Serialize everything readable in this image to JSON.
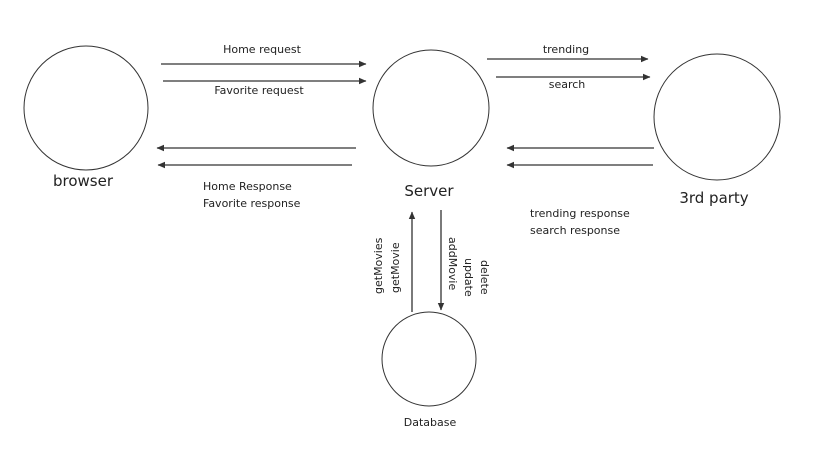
{
  "nodes": {
    "browser": "browser",
    "server": "Server",
    "third_party": "3rd party",
    "database": "Database"
  },
  "edges": {
    "home_request": "Home request",
    "favorite_request": "Favorite request",
    "home_response": "Home Response",
    "favorite_response": "Favorite response",
    "trending": "trending",
    "search": "search",
    "trending_response": "trending response",
    "search_response": "search response",
    "get_movies": "getMovies",
    "get_movie": "getMovie",
    "add_movie": "addMovie",
    "update": "update",
    "delete": "delete"
  },
  "colors": {
    "stroke": "#333333",
    "text": "#222222",
    "background": "#ffffff"
  }
}
